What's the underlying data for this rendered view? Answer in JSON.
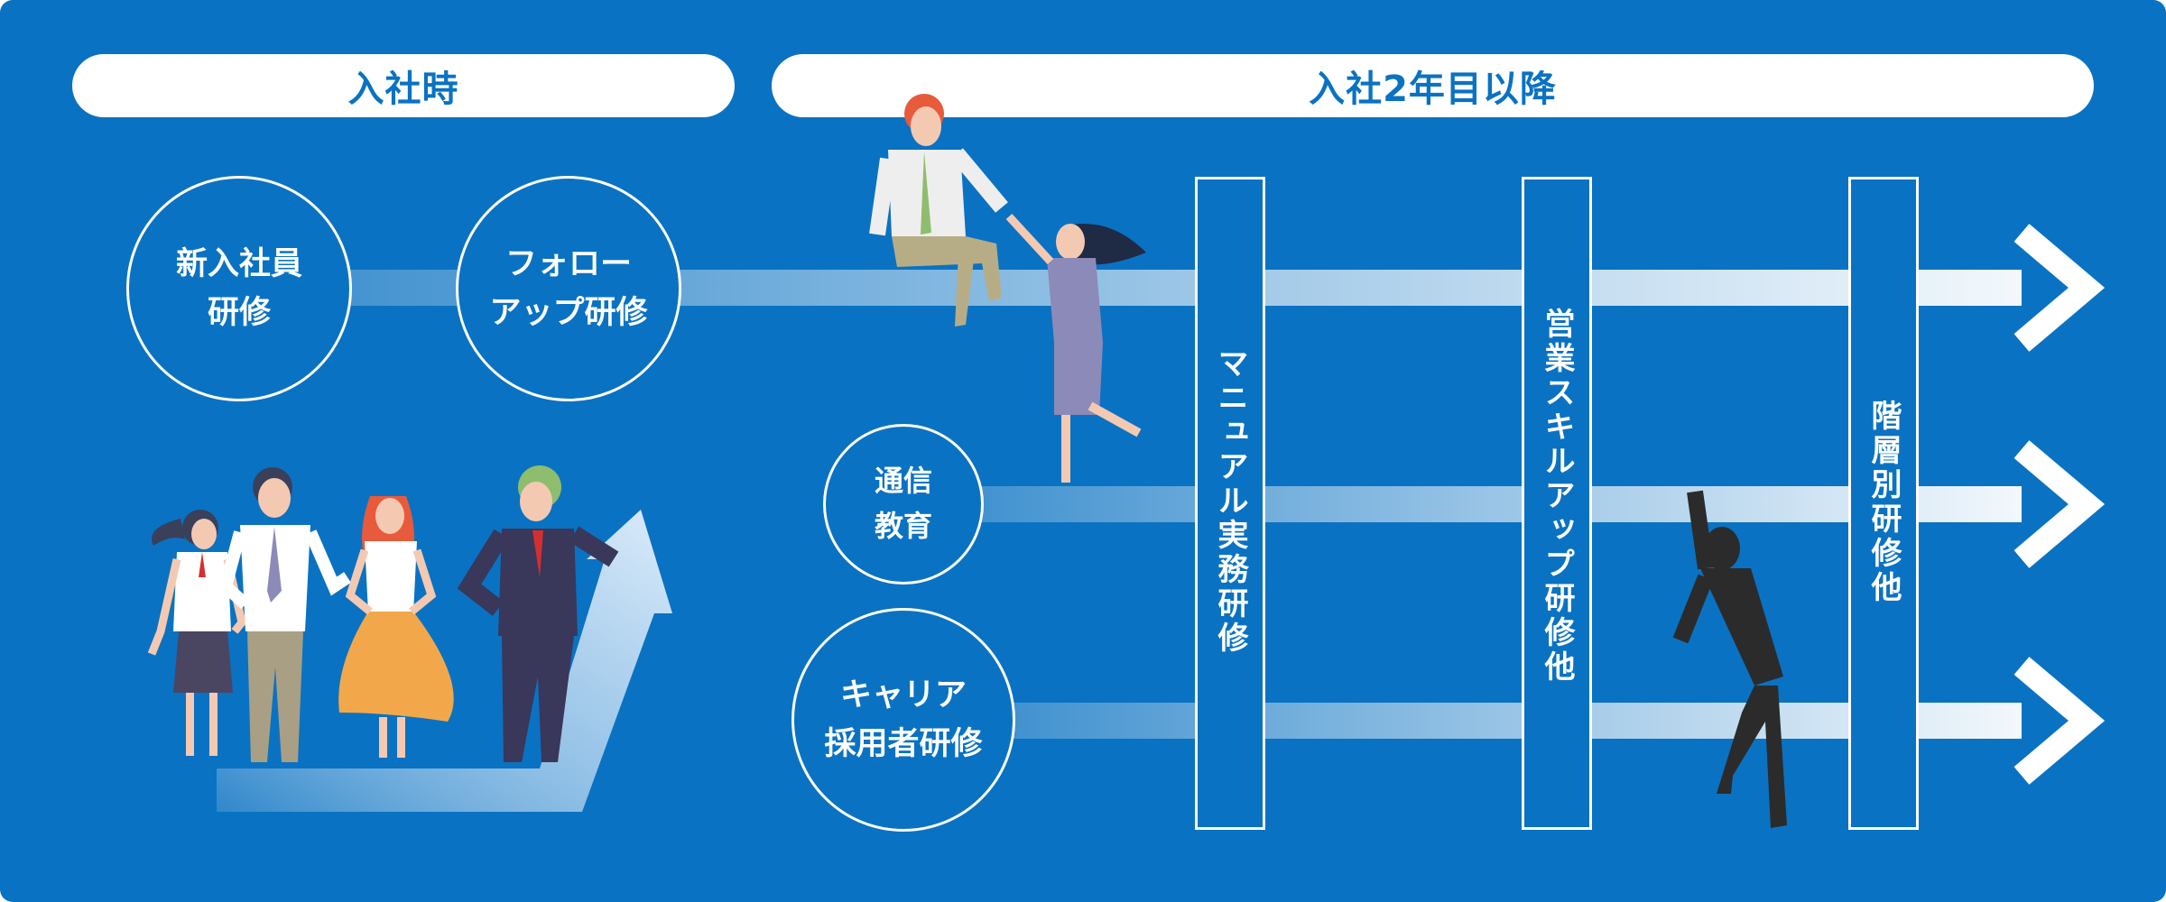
{
  "headers": {
    "onboarding": "入社時",
    "year2": "入社2年目以降"
  },
  "circles": {
    "new_hire": "新入社員\n研修",
    "followup": "フォロー\nアップ研修",
    "correspondence": "通信\n教育",
    "career_hire": "キャリア\n採用者研修"
  },
  "columns": {
    "manual": "マニュアル実務研修",
    "sales": "営業スキルアップ研修他",
    "level": "階層別研修他"
  },
  "colors": {
    "background": "#0a72c2",
    "accent_white": "#ffffff"
  }
}
